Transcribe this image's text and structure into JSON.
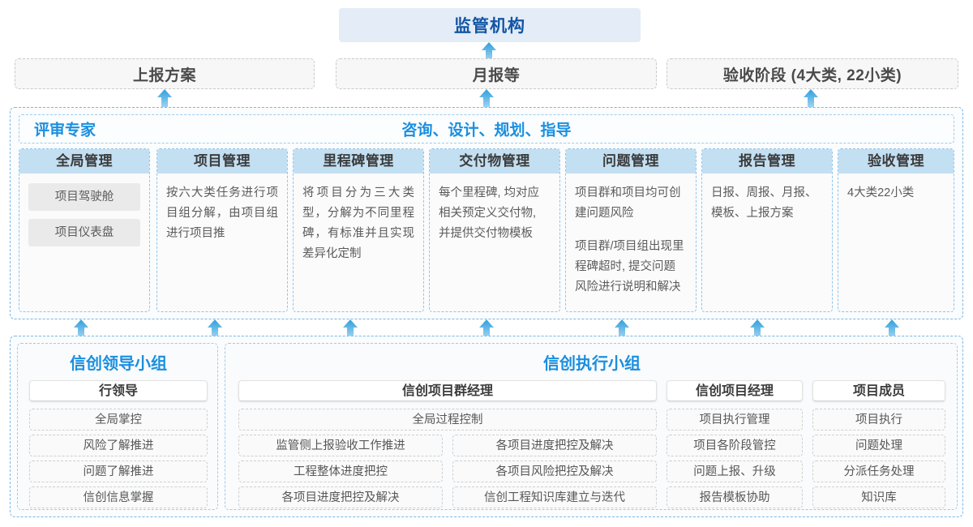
{
  "top": {
    "regulator_label": "监管机构",
    "deliverables": [
      {
        "label": "上报方案"
      },
      {
        "label": "月报等"
      },
      {
        "label": "验收阶段 (4大类, 22小类)"
      }
    ]
  },
  "middle": {
    "role_left": "评审专家",
    "role_center": "咨询、设计、规划、指导",
    "modules": [
      {
        "title": "全局管理",
        "kind": "pills",
        "pills": [
          "项目驾驶舱",
          "项目仪表盘"
        ],
        "paragraphs": []
      },
      {
        "title": "项目管理",
        "kind": "text",
        "pills": [],
        "paragraphs": [
          "按六大类任务进行项目组分解，由项目组进行项目推"
        ]
      },
      {
        "title": "里程碑管理",
        "kind": "text",
        "pills": [],
        "paragraphs": [
          "将项目分为三大类型，分解为不同里程碑，有标准并且实现差异化定制"
        ]
      },
      {
        "title": "交付物管理",
        "kind": "text",
        "pills": [],
        "paragraphs": [
          "每个里程碑, 均对应相关预定义交付物, 并提供交付物模板"
        ]
      },
      {
        "title": "问题管理",
        "kind": "text",
        "pills": [],
        "paragraphs": [
          "项目群和项目均可创建问题风险",
          "项目群/项目组出现里程碑超时, 提交问题风险进行说明和解决"
        ]
      },
      {
        "title": "报告管理",
        "kind": "text",
        "pills": [],
        "paragraphs": [
          "日报、周报、月报、模板、上报方案"
        ]
      },
      {
        "title": "验收管理",
        "kind": "text",
        "pills": [],
        "paragraphs": [
          "4大类22小类"
        ]
      }
    ]
  },
  "bottom": {
    "leader_group": {
      "title": "信创领导小组",
      "role": "行领导",
      "tasks": [
        "全局掌控",
        "风险了解推进",
        "问题了解推进",
        "信创信息掌握"
      ]
    },
    "exec_group": {
      "title": "信创执行小组",
      "program_manager": {
        "role": "信创项目群经理",
        "wide_task": "全局过程控制",
        "left_tasks": [
          "监管侧上报验收工作推进",
          "工程整体进度把控",
          "各项目进度把控及解决"
        ],
        "right_tasks": [
          "各项目进度把控及解决",
          "各项目风险把控及解决",
          "信创工程知识库建立与迭代"
        ]
      },
      "project_manager": {
        "role": "信创项目经理",
        "tasks": [
          "项目执行管理",
          "项目各阶段管控",
          "问题上报、升级",
          "报告模板协助"
        ]
      },
      "project_member": {
        "role": "项目成员",
        "tasks": [
          "项目执行",
          "问题处理",
          "分派任务处理",
          "知识库"
        ]
      }
    }
  },
  "arrows": {
    "icon": "arrow-up-icon",
    "color": "#3aa6e0",
    "top_row_x": [
      203,
      600,
      1000
    ],
    "mid_row_x": [
      100,
      265,
      432,
      600,
      767,
      934,
      1100
    ]
  },
  "colors": {
    "accent": "#1a8fe0",
    "banner_bg": "#e3ecf7",
    "banner_text": "#1155a5",
    "module_head_bg": "#c3dff2",
    "arrow": "#3aa6e0"
  }
}
